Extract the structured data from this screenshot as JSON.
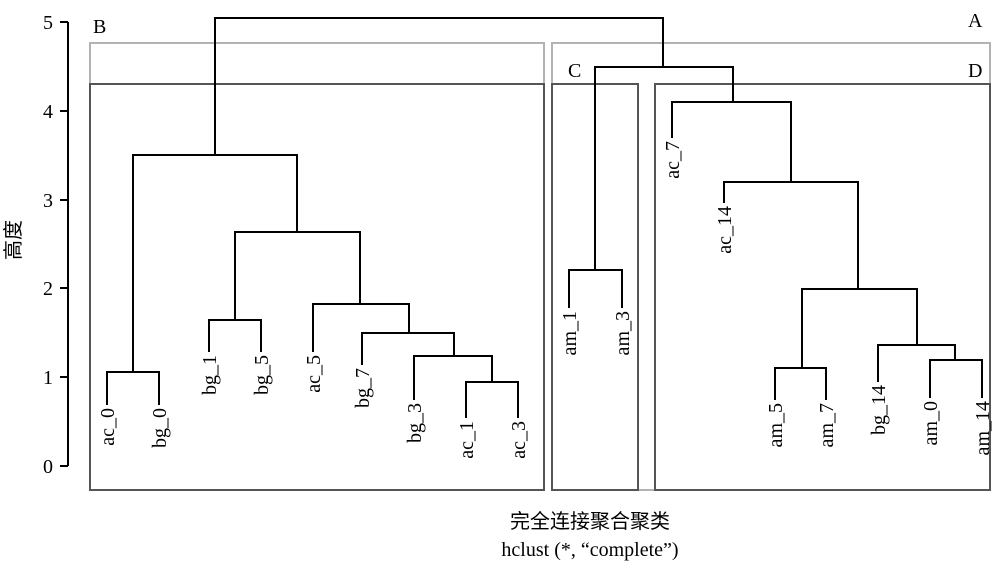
{
  "y_axis": {
    "label": "高度",
    "ticks": [
      "0",
      "1",
      "2",
      "3",
      "4",
      "5"
    ]
  },
  "cluster_labels": {
    "A": "A",
    "B": "B",
    "C": "C",
    "D": "D"
  },
  "leaves": [
    "ac_0",
    "bg_0",
    "bg_1",
    "bg_5",
    "ac_5",
    "bg_7",
    "bg_3",
    "ac_1",
    "ac_3",
    "am_1",
    "am_3",
    "ac_7",
    "ac_14",
    "am_5",
    "am_7",
    "bg_14",
    "am_0",
    "am_14"
  ],
  "caption": {
    "line1": "完全连接聚合聚类",
    "line2": "hclust (*, “complete”)"
  },
  "chart_data": {
    "type": "dendrogram",
    "ylim": [
      0,
      5
    ],
    "merges": [
      {
        "height": 0.95,
        "members": [
          "ac_1",
          "ac_3"
        ]
      },
      {
        "height": 1.05,
        "members": [
          "ac_0",
          "bg_0"
        ]
      },
      {
        "height": 1.1,
        "members": [
          "am_5",
          "am_7"
        ]
      },
      {
        "height": 1.18,
        "members": [
          "am_0",
          "am_14"
        ]
      },
      {
        "height": 1.22,
        "members": [
          "bg_3",
          "ac_1",
          "ac_3"
        ]
      },
      {
        "height": 1.35,
        "members": [
          "bg_14",
          "am_0",
          "am_14"
        ]
      },
      {
        "height": 1.5,
        "members": [
          "bg_7",
          "bg_3",
          "ac_1",
          "ac_3"
        ]
      },
      {
        "height": 1.65,
        "members": [
          "bg_1",
          "bg_5"
        ]
      },
      {
        "height": 1.82,
        "members": [
          "ac_5",
          "bg_7",
          "bg_3",
          "ac_1",
          "ac_3"
        ]
      },
      {
        "height": 1.98,
        "members": [
          "am_5",
          "am_7",
          "bg_14",
          "am_0",
          "am_14"
        ]
      },
      {
        "height": 2.2,
        "members": [
          "am_1",
          "am_3"
        ]
      },
      {
        "height": 2.63,
        "members": [
          "bg_1",
          "bg_5",
          "ac_5",
          "bg_7",
          "bg_3",
          "ac_1",
          "ac_3"
        ]
      },
      {
        "height": 3.2,
        "members": [
          "ac_14",
          "am_5",
          "am_7",
          "bg_14",
          "am_0",
          "am_14"
        ]
      },
      {
        "height": 3.5,
        "members": [
          "ac_0",
          "bg_0",
          "bg_1",
          "bg_5",
          "ac_5",
          "bg_7",
          "bg_3",
          "ac_1",
          "ac_3"
        ]
      },
      {
        "height": 4.1,
        "members": [
          "ac_7",
          "ac_14",
          "am_5",
          "am_7",
          "bg_14",
          "am_0",
          "am_14"
        ]
      },
      {
        "height": 4.5,
        "members": [
          "am_1",
          "am_3",
          "ac_7",
          "ac_14",
          "am_5",
          "am_7",
          "bg_14",
          "am_0",
          "am_14"
        ]
      },
      {
        "height": 5.05,
        "members": [
          "all"
        ]
      }
    ]
  }
}
